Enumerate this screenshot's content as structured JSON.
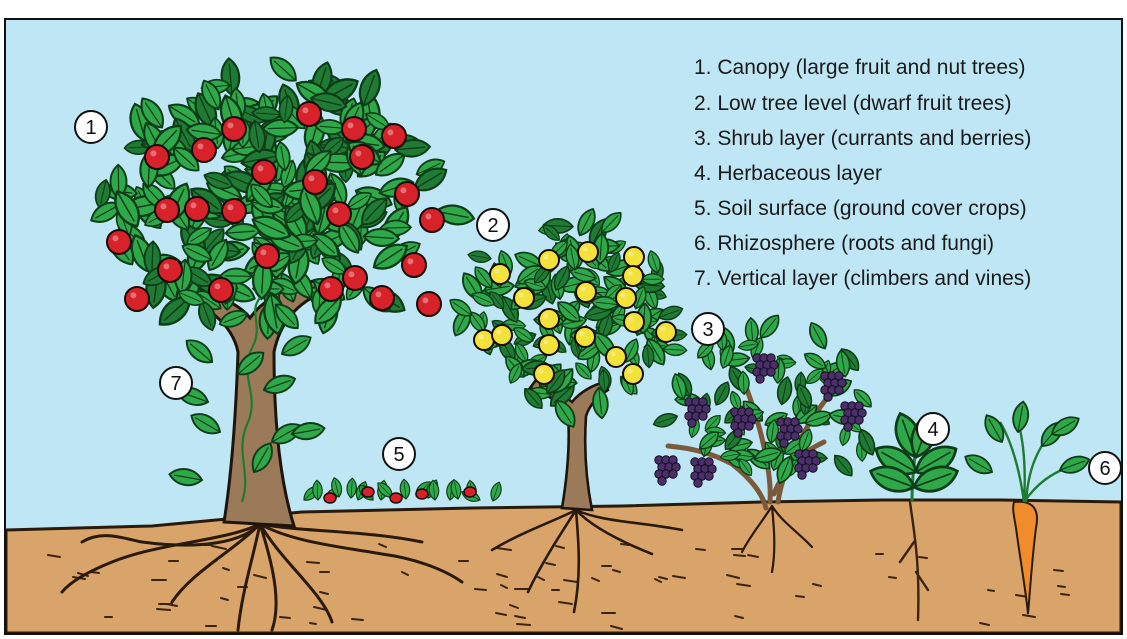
{
  "colors": {
    "sky": "#bfe6f4",
    "soil": "#d9a46a",
    "soil_line": "#2a1a0c",
    "leaf": "#2fa84a",
    "leaf_dark": "#1f7a33",
    "trunk": "#9a7a58",
    "apple": "#d8222a",
    "lemon": "#f2e23a",
    "grape": "#4a3068",
    "carrot": "#f08c2c"
  },
  "legend": {
    "items": [
      "1. Canopy (large fruit and nut trees)",
      "2. Low tree level (dwarf fruit trees)",
      "3. Shrub layer (currants and berries)",
      "4. Herbaceous layer",
      "5. Soil surface (ground cover crops)",
      "6. Rhizosphere (roots and fungi)",
      "7. Vertical layer (climbers and vines)"
    ]
  },
  "markers": [
    "1",
    "2",
    "3",
    "4",
    "5",
    "6",
    "7"
  ]
}
